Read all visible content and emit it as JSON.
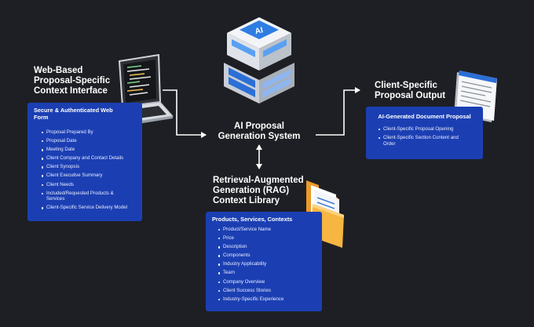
{
  "web_form": {
    "heading_lines": [
      "Web-Based",
      "Proposal-Specific",
      "Context Interface"
    ],
    "card_title": "Secure & Authenticated Web Form",
    "items": [
      "Proposal Prepared By",
      "Proposal Date",
      "Meeting Date",
      "Client Company and Contact Details",
      "Client Synopsis",
      "Client Executive Summary",
      "Client Needs",
      "Included/Requested Products & Services",
      "Client-Specific Service Delivery Model"
    ]
  },
  "ai_system": {
    "icon_label": "AI",
    "title_lines": [
      "AI Proposal",
      "Generation System"
    ]
  },
  "rag_library": {
    "heading_lines": [
      "Retrieval-Augmented",
      "Generation (RAG)",
      "Context Library"
    ],
    "card_title": "Products, Services, Contexts",
    "items": [
      "Product/Service Name",
      "Price",
      "Description",
      "Components",
      "Industry Applicability",
      "Team",
      "Company Overview",
      "Client Success Stories",
      "Industry-Specific Experience"
    ]
  },
  "output": {
    "heading_lines": [
      "Client-Specific",
      "Proposal Output"
    ],
    "card_title": "AI-Generated Document Proposal",
    "items": [
      "Client-Specific Proposal Opening",
      "Client-Specific Section Content and Order"
    ]
  },
  "colors": {
    "background": "#1e1f24",
    "card_blue": "#1b3fb3",
    "connector": "#ffffff"
  }
}
